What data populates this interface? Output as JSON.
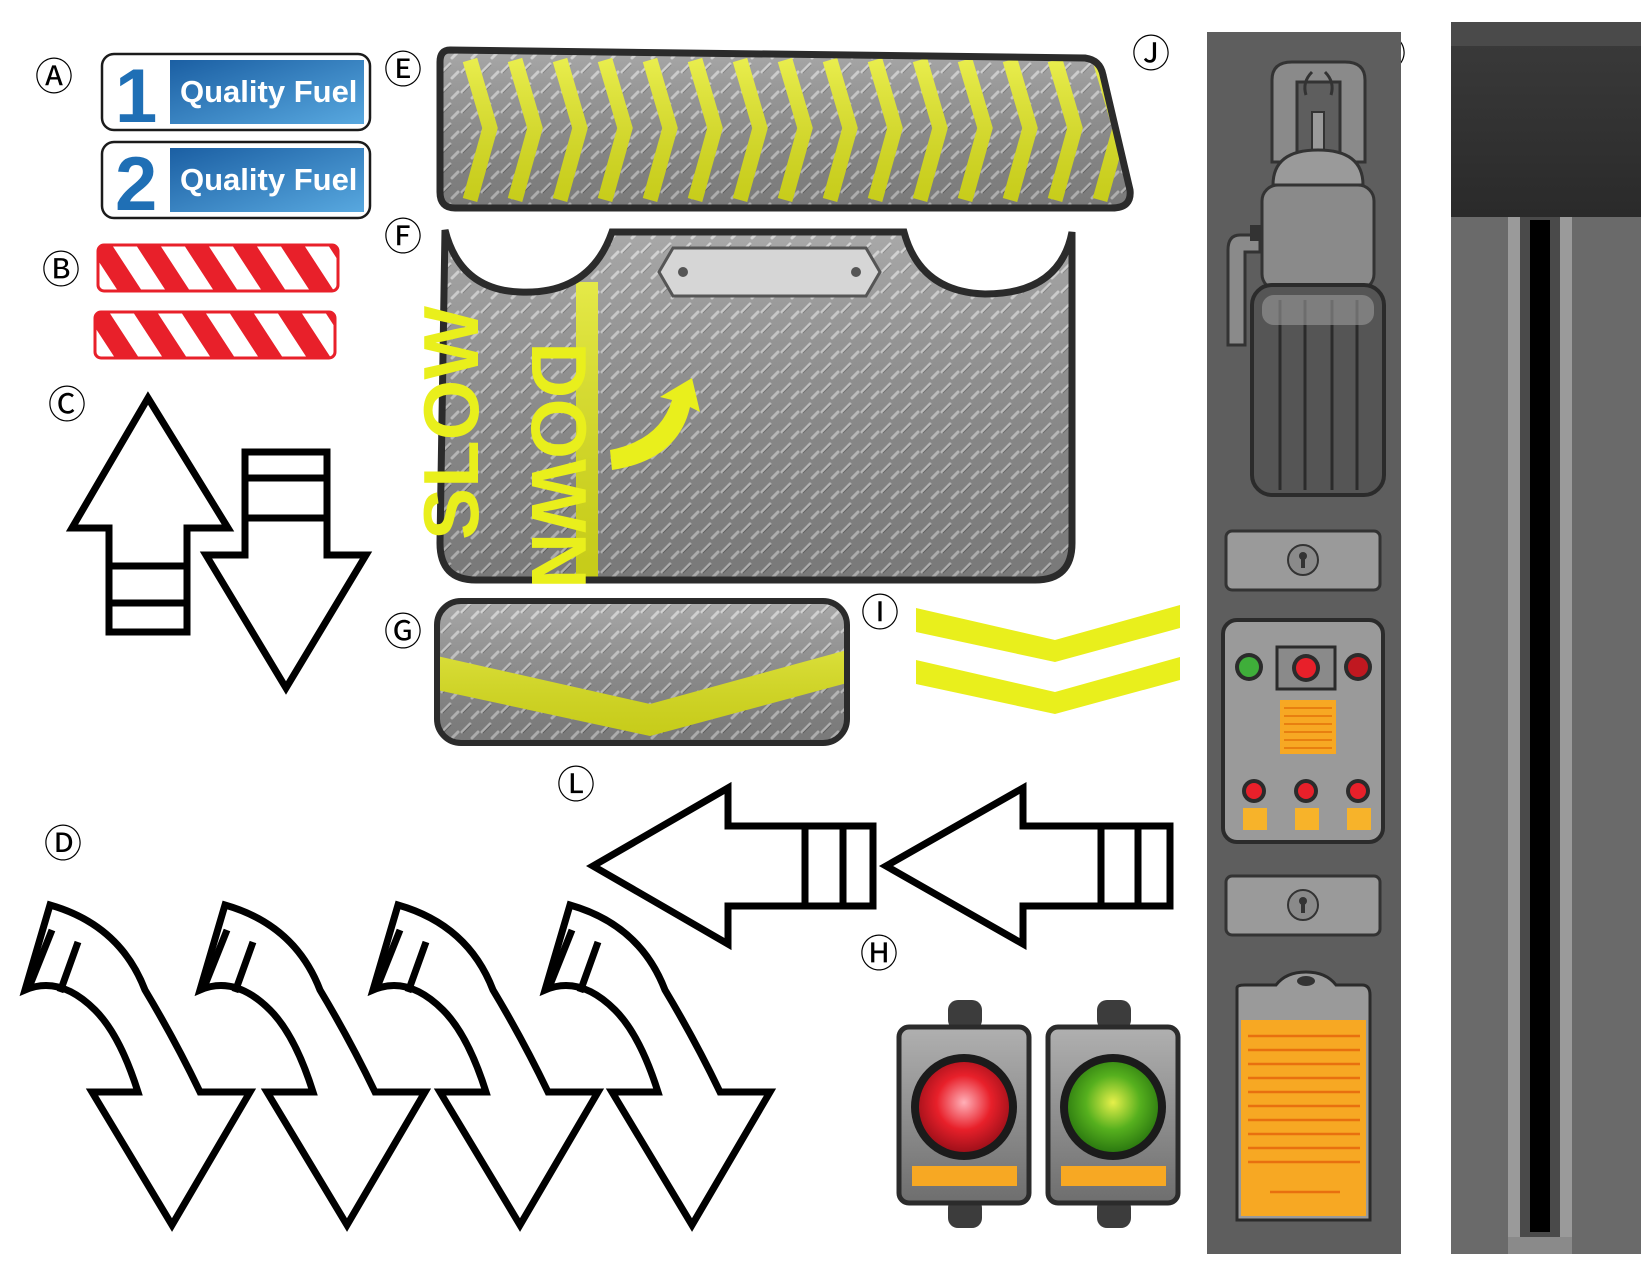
{
  "labels": {
    "a": "Ⓐ",
    "b": "Ⓑ",
    "c": "Ⓒ",
    "d": "Ⓓ",
    "e": "Ⓔ",
    "f": "Ⓕ",
    "g": "Ⓖ",
    "h": "Ⓗ",
    "i": "Ⓘ",
    "j": "Ⓙ",
    "k": "Ⓚ",
    "l": "Ⓛ"
  },
  "fuel_signs": [
    {
      "number": "1",
      "text": "Quality Fuel"
    },
    {
      "number": "2",
      "text": "Quality Fuel"
    }
  ],
  "floor_text": {
    "line1": "SLOW",
    "line2": "DOWN"
  },
  "colors": {
    "fuel_blue": "#1f6fb5",
    "hazard_red": "#e8202a",
    "safety_yellow": "#e9ef1c",
    "metal_gray": "#8a8a8a",
    "panel_gray": "#5e5e5e",
    "signal_red": "#e8202a",
    "signal_green": "#4caf1c",
    "amber": "#f7a823"
  }
}
